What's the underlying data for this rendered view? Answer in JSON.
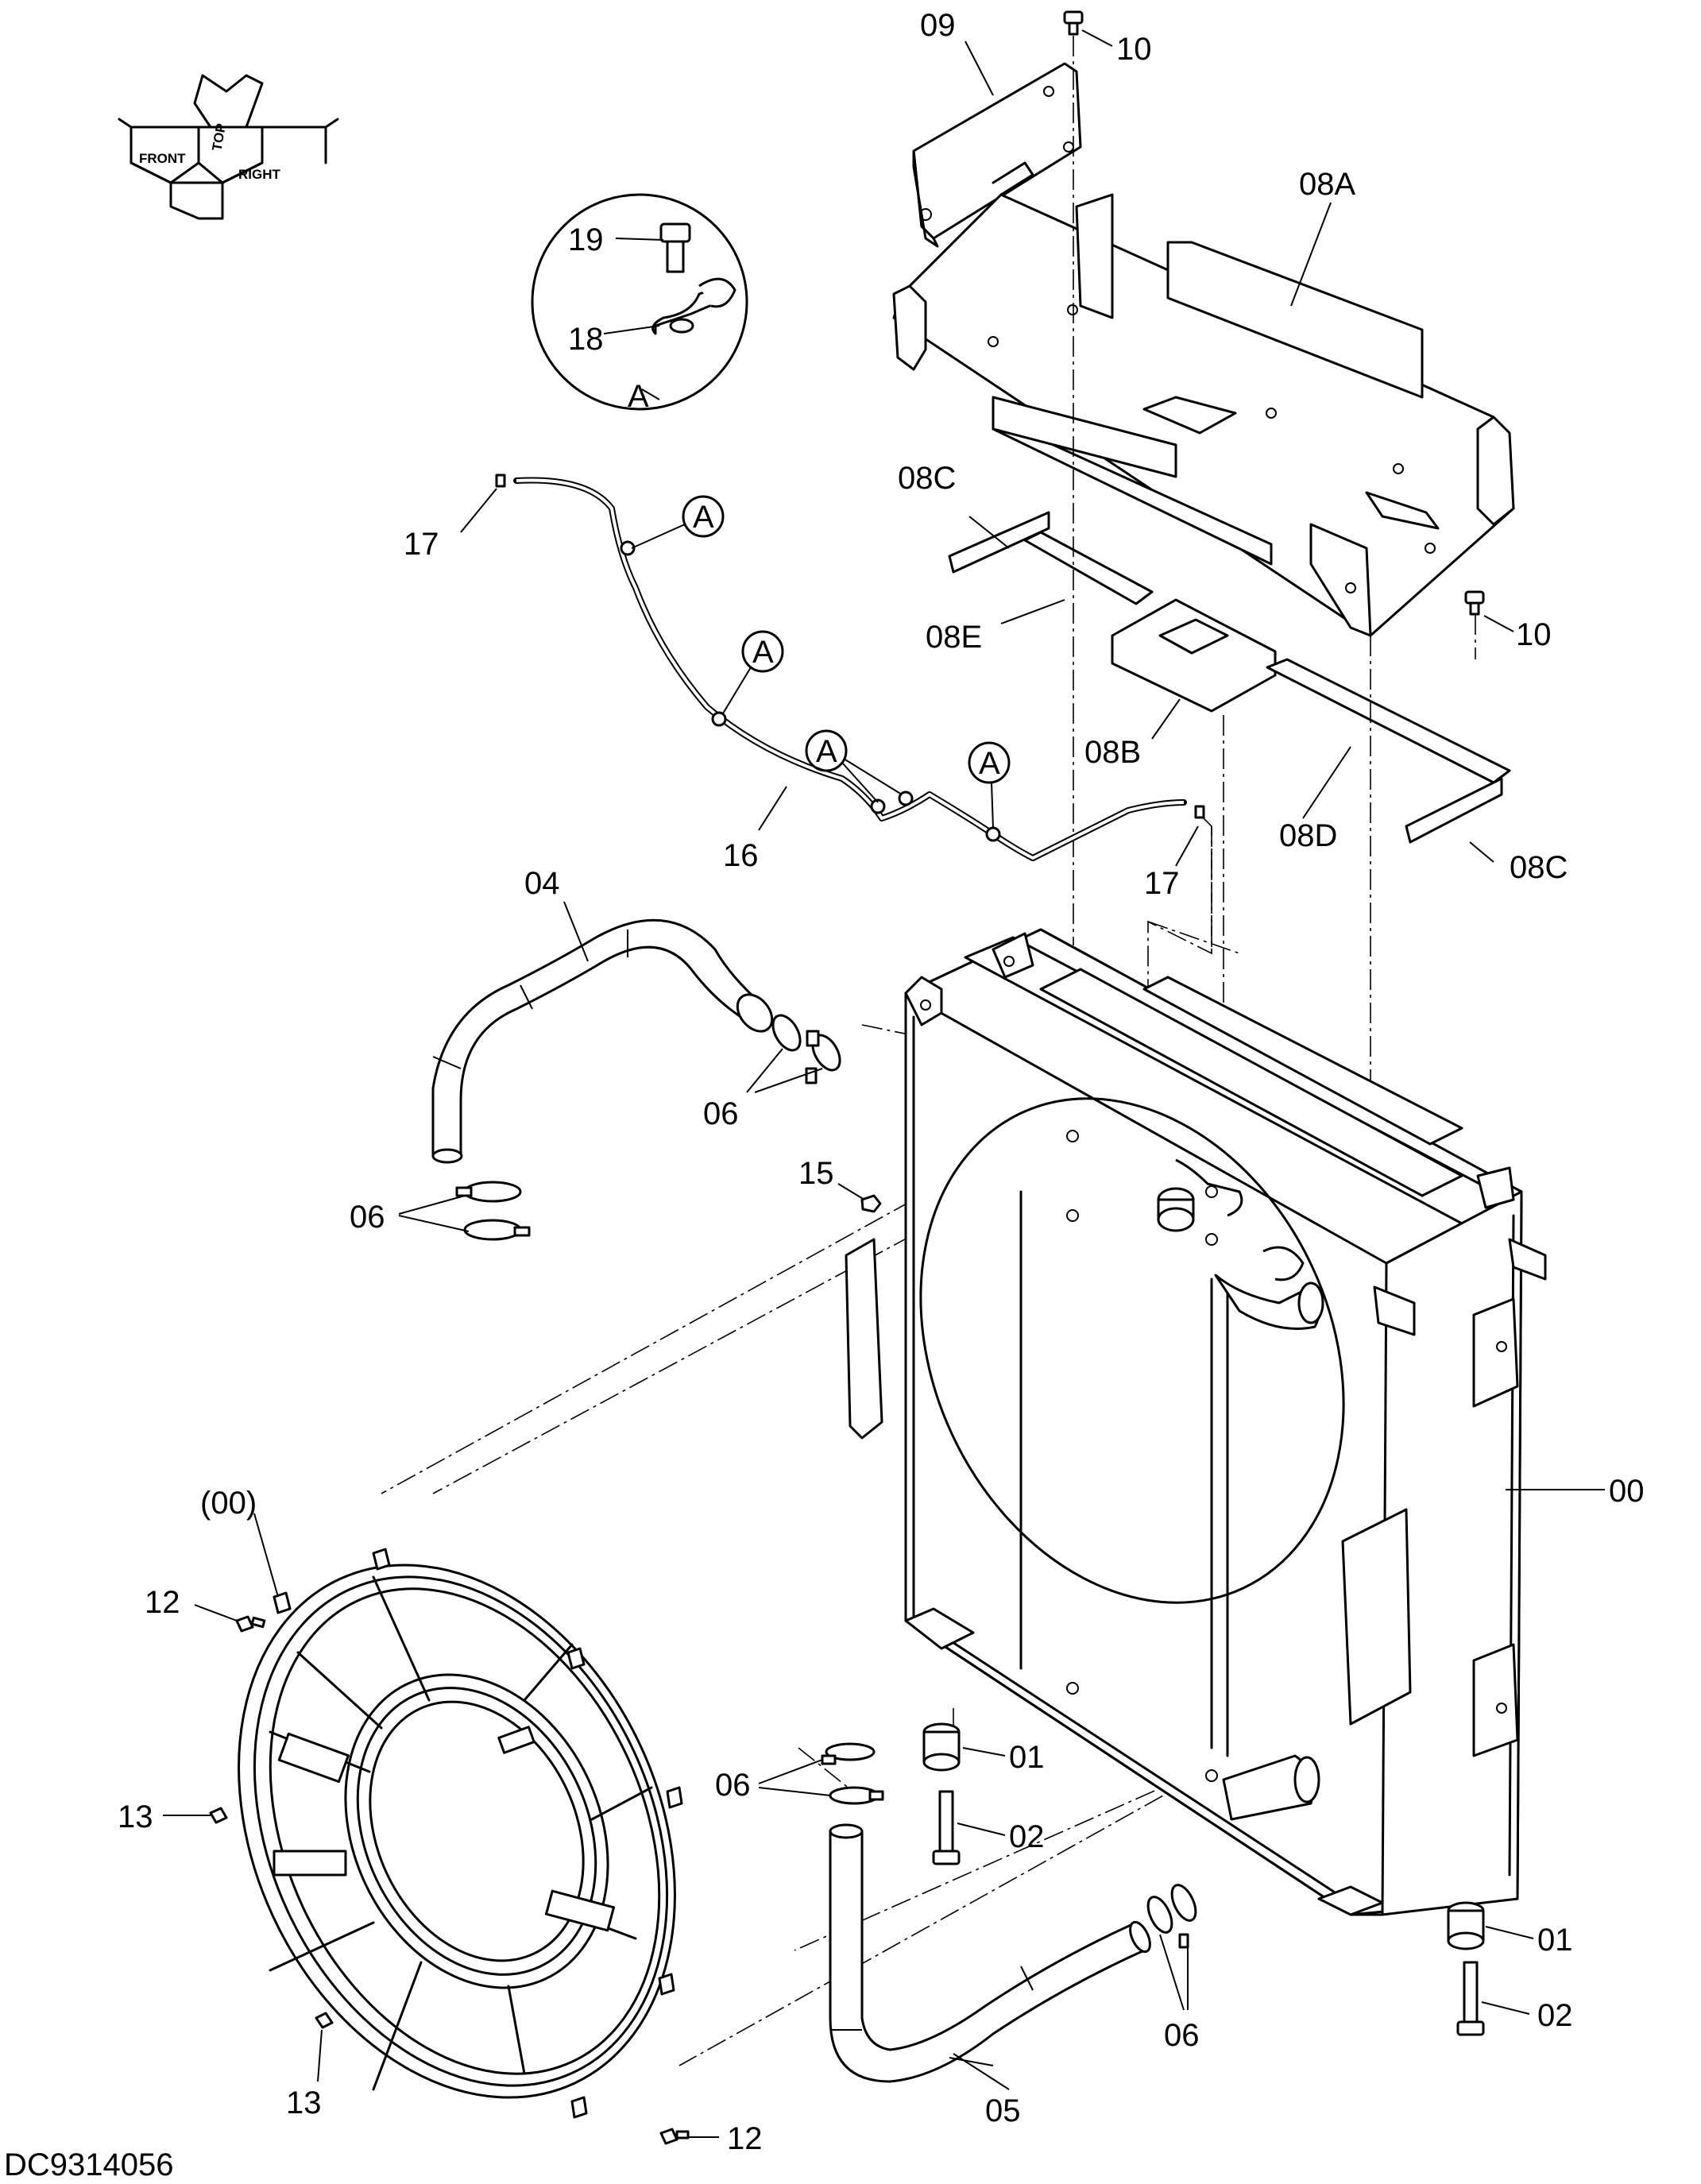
{
  "drawing_id": "DC9314056",
  "orientation": {
    "front": "FRONT",
    "top": "TOP",
    "right": "RIGHT"
  },
  "detail_view": "A",
  "callouts": {
    "p00": "00",
    "p00b": "(00)",
    "p01a": "01",
    "p01b": "01",
    "p02a": "02",
    "p02b": "02",
    "p04": "04",
    "p05": "05",
    "p06a": "06",
    "p06b": "06",
    "p06c": "06",
    "p06d": "06",
    "p08A": "08A",
    "p08B": "08B",
    "p08Ca": "08C",
    "p08Cb": "08C",
    "p08D": "08D",
    "p08E": "08E",
    "p09": "09",
    "p10a": "10",
    "p10b": "10",
    "p12a": "12",
    "p12b": "12",
    "p13a": "13",
    "p13b": "13",
    "p15": "15",
    "p16": "16",
    "p17a": "17",
    "p17b": "17",
    "p18": "18",
    "p19": "19"
  },
  "detail_refs": [
    "A",
    "A",
    "A",
    "A"
  ]
}
